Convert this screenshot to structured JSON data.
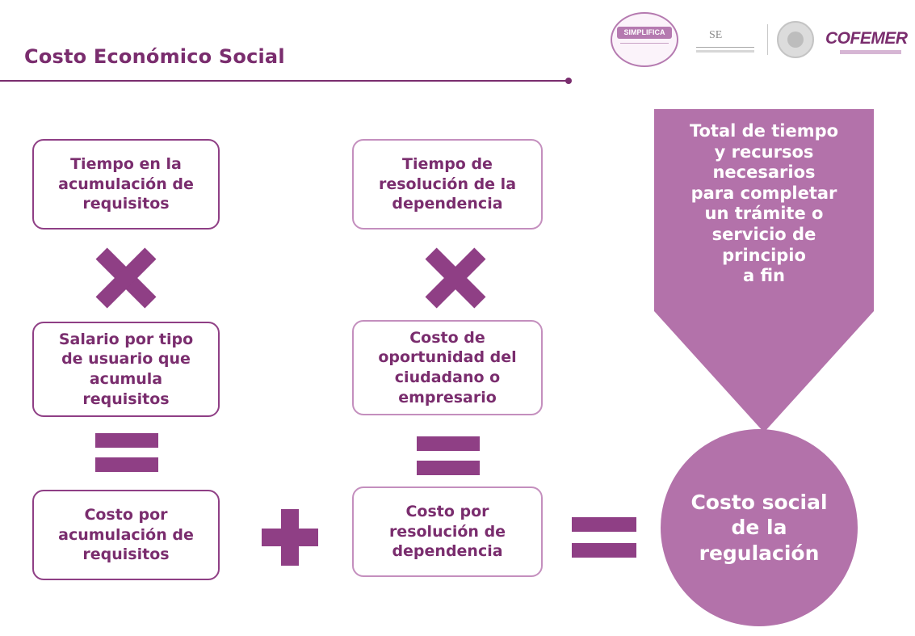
{
  "header": {
    "title": "Costo Económico Social"
  },
  "logos": [
    {
      "name": "simplifica-logo",
      "text": "SIMPLIFICA"
    },
    {
      "name": "se-logo",
      "text": "SE"
    },
    {
      "name": "national-seal-logo"
    },
    {
      "name": "cofemer-logo",
      "text": "COFEMER"
    }
  ],
  "left_column": {
    "box1": "Tiempo en la\nacumulación de\nrequisitos",
    "box2": "Salario por tipo\nde usuario que\nacumula\nrequisitos",
    "box3": "Costo por\nacumulación de\nrequisitos"
  },
  "middle_column": {
    "box1": "Tiempo de\nresolución de la\ndependencia",
    "box2": "Costo de\noportunidad del\nciudadano o\nempresario",
    "box3": "Costo por\nresolución de\ndependencia"
  },
  "callout": {
    "text": "Total de tiempo\ny recursos\nnecesarios\npara completar\nun trámite o\nservicio de\nprincipio\na fin"
  },
  "result": {
    "text": "Costo social\nde la\nregulación"
  },
  "colors": {
    "primary": "#8f3f85",
    "title": "#7a2d6e",
    "light_border": "#c48fbe",
    "callout_fill": "#b372aa"
  }
}
